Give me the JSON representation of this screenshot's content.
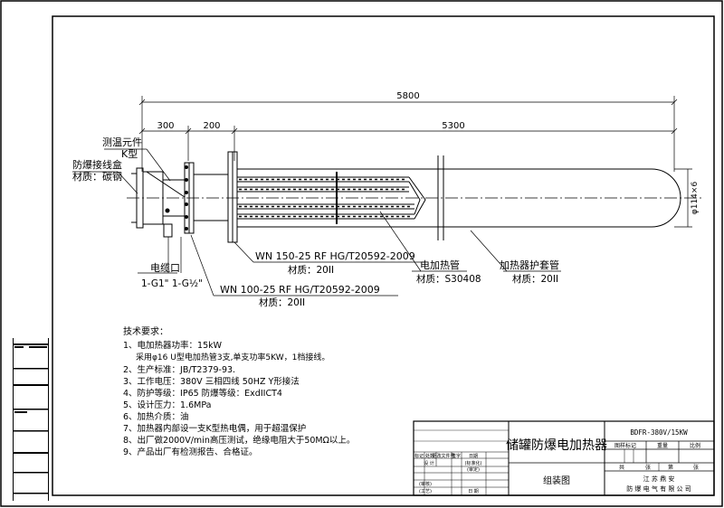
{
  "dimensions": {
    "overall": "5800",
    "left": "300",
    "mid": "200",
    "right": "5300",
    "diameter": "φ114×6"
  },
  "callouts": {
    "temp_element": "测温元件",
    "temp_type": "K型",
    "junction_box": "防爆接线盒",
    "junction_material": "材质：碳钢",
    "cable_port": "电缆口",
    "cable_port_spec": "1-G1\" 1-G½\"",
    "flange1": "WN 150-25 RF HG/T20592-2009",
    "flange1_material": "材质：20II",
    "flange2": "WN 100-25 RF HG/T20592-2009",
    "flange2_material": "材质：20II",
    "heater_tube": "电加热管",
    "heater_tube_material": "材质：S30408",
    "sleeve": "加热器护套管",
    "sleeve_material": "材质：20II"
  },
  "requirements": {
    "title": "技术要求：",
    "items": [
      "1、电加热器功率：15kW",
      "   采用φ16 U型电加热管3支,单支功率5KW，1档接线。",
      "2、生产标准：JB/T2379-93.",
      "3、工作电压：380V   三相四线   50HZ   Y形接法",
      "4、防护等级：IP65  防爆等级：ExdIICT4",
      "5、设计压力：1.6MPa",
      "6、加热介质：油",
      "7、加热器内部设一支K型热电偶，用于超温保护",
      "8、出厂做2000V/min高压测试，绝缘电阻大于50MΩ以上。",
      "9、产品出厂有检测报告、合格证。"
    ]
  },
  "title_block": {
    "product_name": "储罐防爆电加热器",
    "model": "BDFR-380V/15KW",
    "drawing_type": "组装图",
    "company_line1": "江 苏 鼎 安",
    "company_line2": "防 爆 电 气 有 限 公 司",
    "stage_label": "图样标记",
    "weight_label": "重量",
    "scale_label": "比例",
    "total_label": "共",
    "sheet_label": "张",
    "page_label": "第",
    "page_unit": "张",
    "mark_label": "标记",
    "count_label": "处数",
    "change_doc_label": "更改文件号",
    "sign_label": "签字",
    "date_label": "日期",
    "design_label": "设 计",
    "standard_label": "(标准化)",
    "check_label": "(审定)",
    "review_label": "(审核)",
    "craft_label": "(工艺)",
    "date2_label": "日 期"
  }
}
